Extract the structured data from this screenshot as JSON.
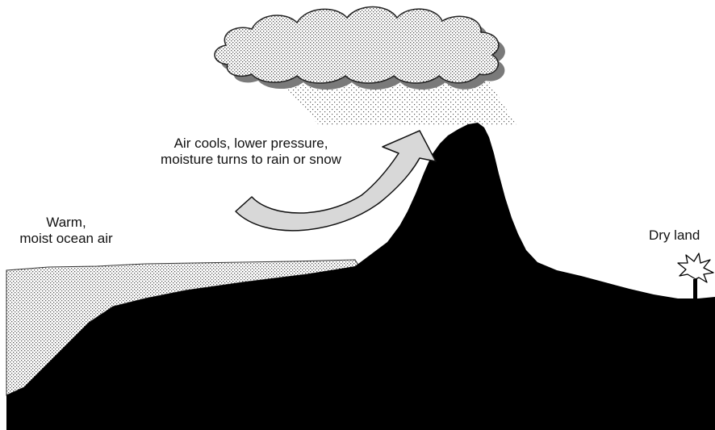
{
  "labels": {
    "warm_air_line1": "Warm,",
    "warm_air_line2": "moist ocean air",
    "cooling_line1": "Air cools, lower pressure,",
    "cooling_line2": "moisture turns to rain or snow",
    "dry_land": "Dry land"
  },
  "colors": {
    "mountain": "#000000",
    "cloud_shadow": "#7a7a7a",
    "arrow_fill": "#d8d8d8",
    "stipple": "#666666",
    "background": "#ffffff"
  },
  "icons": {
    "cloud": "rain-cloud-icon",
    "arrow": "curved-up-arrow-icon",
    "tree": "palm-tree-icon"
  }
}
